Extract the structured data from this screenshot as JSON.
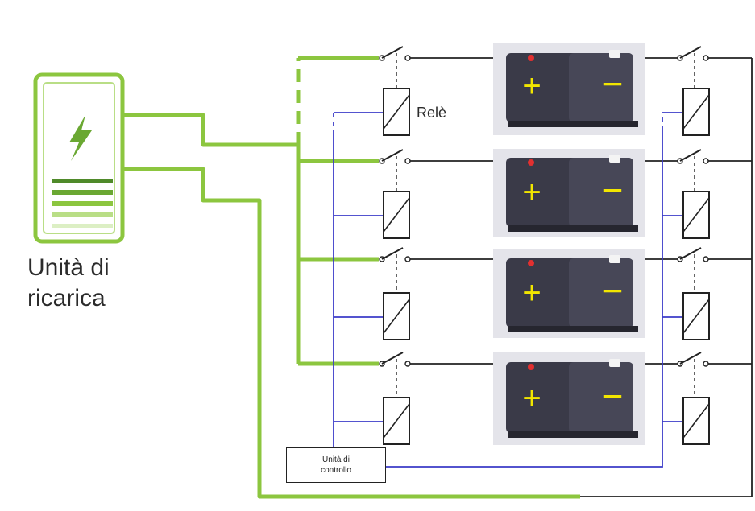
{
  "charger": {
    "label_line1": "Unità di",
    "label_line2": "ricarica"
  },
  "relay_label": "Relè",
  "control_unit": {
    "line1": "Unità di",
    "line2": "controllo"
  },
  "batteries": [
    {
      "plus": "+",
      "minus": "−"
    },
    {
      "plus": "+",
      "minus": "−"
    },
    {
      "plus": "+",
      "minus": "−"
    },
    {
      "plus": "+",
      "minus": "−"
    }
  ],
  "colors": {
    "charge_wire": "#8cc63f",
    "control_wire": "#3b3bc8",
    "load_wire": "#222222",
    "battery_body": "#3a3a48",
    "battery_symbol": "#f2e600"
  },
  "icons": {
    "charger": "lightning-bolt-icon"
  }
}
